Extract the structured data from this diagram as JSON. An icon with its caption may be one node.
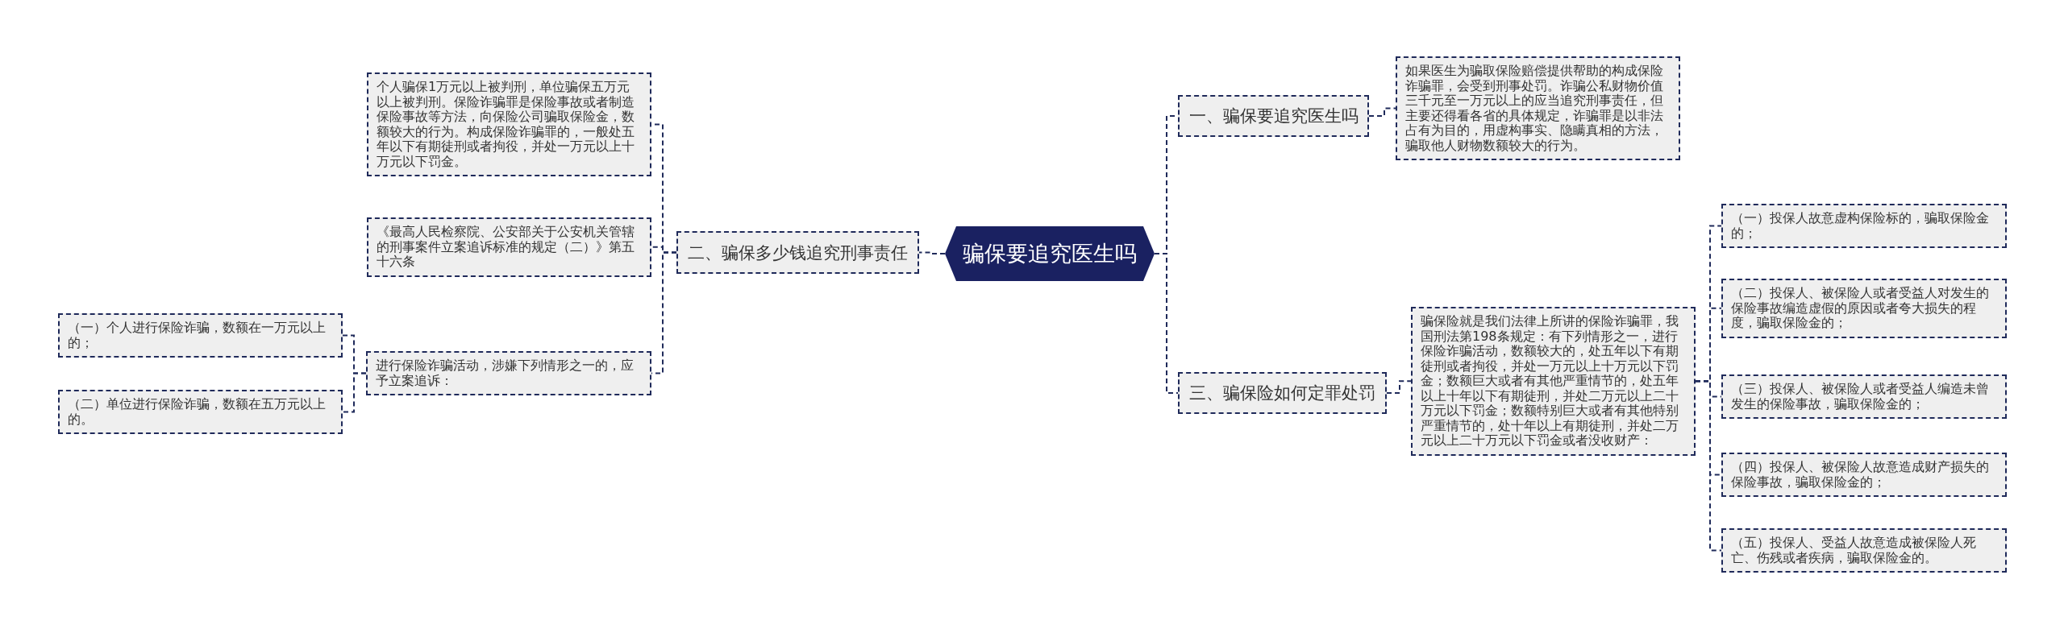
{
  "diagram": {
    "nodes": [
      {
        "text": [
          "骗保要追究医生吗"
        ]
      },
      {
        "text": [
          "一、骗保要追究医生吗"
        ]
      },
      {
        "text": [
          "如果医生为骗取保险赔偿提供帮助的构成保险诈骗罪，会受到刑事处罚。诈骗公私财物价值三千元至一万元以上的应当追究刑事责任，但主要还得看各省的具体规定，诈骗罪是以非法占有为目的，用虚构事实、隐瞒真相的方法，骗取他人财物数额较大的行为。"
        ]
      },
      {
        "text": [
          "二、骗保多少钱追究刑事责任"
        ]
      },
      {
        "text": [
          "个人骗保1万元以上被判刑，单位骗保五万元以上被判刑。保险诈骗罪是保险事故或者制造保险事故等方法，向保险公司骗取保险金，数额较大的行为。构成保险诈骗罪的，一般处五年以下有期徒刑或者拘役，并处一万元以上十万元以下罚金。"
        ]
      },
      {
        "text": [
          "《最高人民检察院、公安部关于公安机关管辖的刑事案件立案追诉标准的规定（二）》第五十六条"
        ]
      },
      {
        "text": [
          "进行保险诈骗活动，涉嫌下列情形之一的，应予立案追诉："
        ]
      },
      {
        "text": [
          "（一）个人进行保险诈骗，数额在一万元以上的；"
        ]
      },
      {
        "text": [
          "（二）单位进行保险诈骗，数额在五万元以上的。"
        ]
      },
      {
        "text": [
          "三、骗保险如何定罪处罚"
        ]
      },
      {
        "text": [
          "骗保险就是我们法律上所讲的保险诈骗罪，我国刑法第198条规定：有下列情形之一，进行保险诈骗活动，数额较大的，处五年以下有期徒刑或者拘役，并处一万元以上十万元以下罚金；数额巨大或者有其他严重情节的，处五年以上十年以下有期徒刑，并处二万元以上二十万元以下罚金；数额特别巨大或者有其他特别严重情节的，处十年以上有期徒刑，并处二万元以上二十万元以下罚金或者没收财产："
        ]
      },
      {
        "text": [
          "（一）投保人故意虚构保险标的，骗取保险金的；"
        ]
      },
      {
        "text": [
          "（二）投保人、被保险人或者受益人对发生的保险事故编造虚假的原因或者夸大损失的程度，骗取保险金的；"
        ]
      },
      {
        "text": [
          "（三）投保人、被保险人或者受益人编造未曾发生的保险事故，骗取保险金的；"
        ]
      },
      {
        "text": [
          "（四）投保人、被保险人故意造成财产损失的保险事故，骗取保险金的；"
        ]
      },
      {
        "text": [
          "（五）投保人、受益人故意造成被保险人死亡、伤残或者疾病，骗取保险金的。"
        ]
      }
    ],
    "edges": [
      {
        "from": 0,
        "to": 1,
        "arrow": "none"
      },
      {
        "from": 0,
        "to": 3,
        "arrow": "none"
      },
      {
        "from": 0,
        "to": 9,
        "arrow": "none"
      },
      {
        "from": 1,
        "to": 2,
        "arrow": "none"
      },
      {
        "from": 3,
        "to": 4,
        "arrow": "none"
      },
      {
        "from": 3,
        "to": 5,
        "arrow": "none"
      },
      {
        "from": 3,
        "to": 6,
        "arrow": "none"
      },
      {
        "from": 6,
        "to": 7,
        "arrow": "none"
      },
      {
        "from": 6,
        "to": 8,
        "arrow": "none"
      },
      {
        "from": 9,
        "to": 10,
        "arrow": "none"
      },
      {
        "from": 10,
        "to": 11,
        "arrow": "none"
      },
      {
        "from": 10,
        "to": 12,
        "arrow": "none"
      },
      {
        "from": 10,
        "to": 13,
        "arrow": "none"
      },
      {
        "from": 10,
        "to": 14,
        "arrow": "none"
      },
      {
        "from": 10,
        "to": 15,
        "arrow": "none"
      }
    ]
  }
}
